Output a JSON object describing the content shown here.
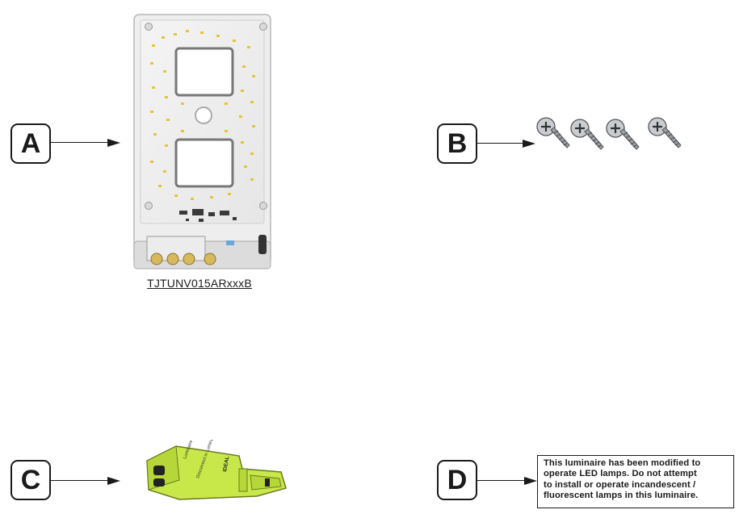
{
  "items": [
    {
      "letter": "A",
      "name": "LED module"
    },
    {
      "letter": "B",
      "name": "Screws"
    },
    {
      "letter": "C",
      "name": "Connector"
    },
    {
      "letter": "D",
      "name": "Label"
    }
  ],
  "led_module": {
    "part_number": "TJTUNV015ARxxxB"
  },
  "connector": {
    "text_top": "Luminaire Disconnect",
    "text_mid": "Disconnect in Luminaire",
    "text_ideal": "IDEAL"
  },
  "warning_label": {
    "lines": [
      "This luminaire has been modified to",
      "operate LED lamps. Do not attempt",
      "to install or operate  incandescent /",
      "fluorescent lamps in this luminaire."
    ]
  },
  "colors": {
    "ink": "#1a1a1a",
    "led_yellow": "#e8c43a",
    "connector_green": "#c8e84a",
    "screw_silver": "#9aa0a6"
  }
}
